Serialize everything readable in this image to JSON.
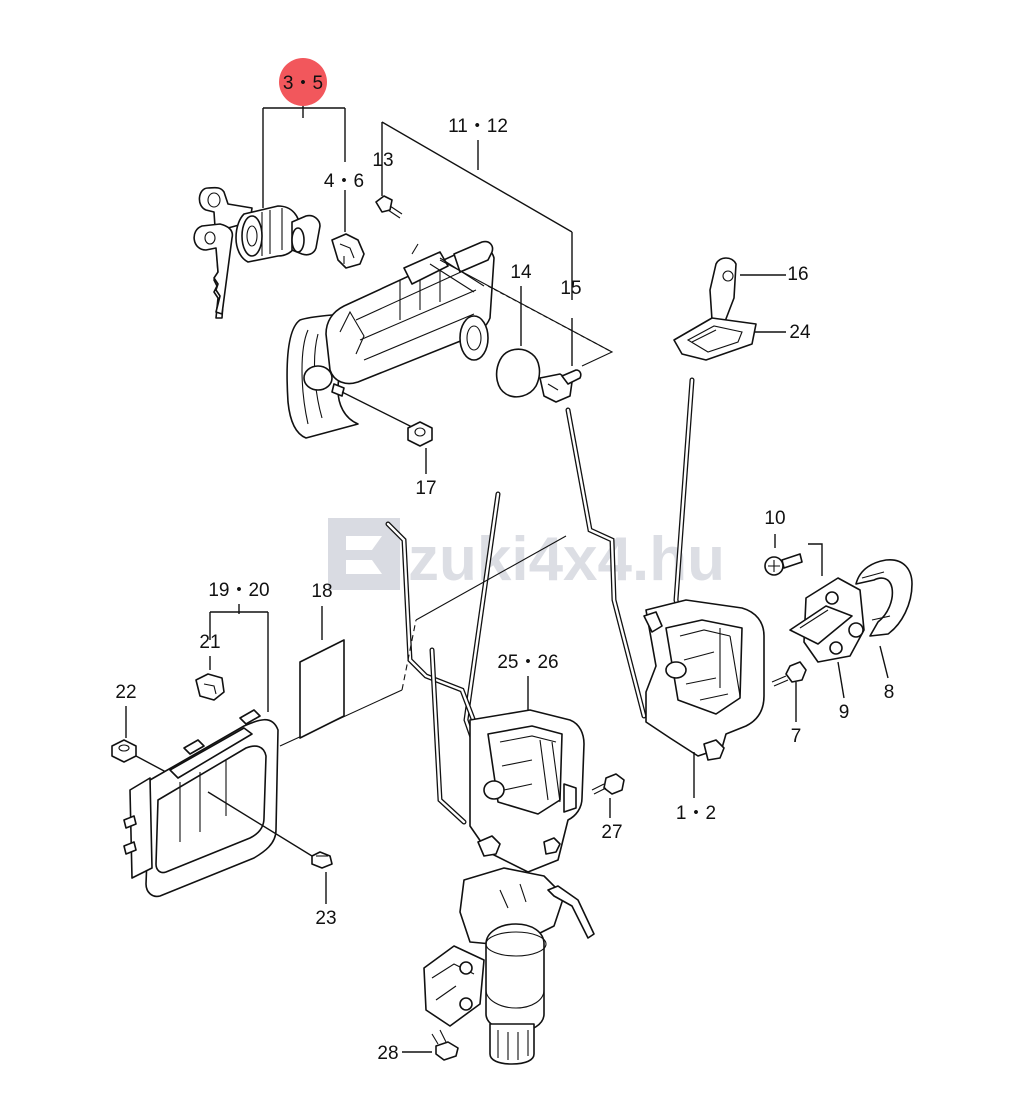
{
  "watermark": {
    "text": "zuki4x4.hu"
  },
  "colors": {
    "highlight": "#f2575c",
    "ink": "#111111",
    "watermark": "#d9dbe2"
  },
  "callouts": {
    "c35": "3・5",
    "c46": "4・6",
    "c1112": "11・12",
    "c13": "13",
    "c14": "14",
    "c15": "15",
    "c16": "16",
    "c24": "24",
    "c17": "17",
    "c10": "10",
    "c8": "8",
    "c9": "9",
    "c7": "7",
    "c12b": "1・2",
    "c1920": "19・20",
    "c18": "18",
    "c21": "21",
    "c22": "22",
    "c23": "23",
    "c2526": "25・26",
    "c27": "27",
    "c28": "28"
  }
}
